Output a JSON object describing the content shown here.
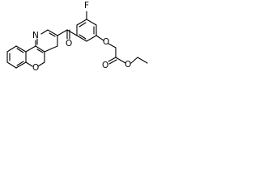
{
  "atom_labels": {
    "fluorine": "F",
    "pyridine_nitrogen": "N",
    "ketone_oxygen": "O",
    "pyran_oxygen": "O",
    "ether_oxygen": "O",
    "ester_carbonyl_oxygen": "O",
    "ester_oxygen": "O"
  },
  "colors": {
    "bond": "#000000",
    "label": "#000000",
    "background": "#ffffff"
  }
}
